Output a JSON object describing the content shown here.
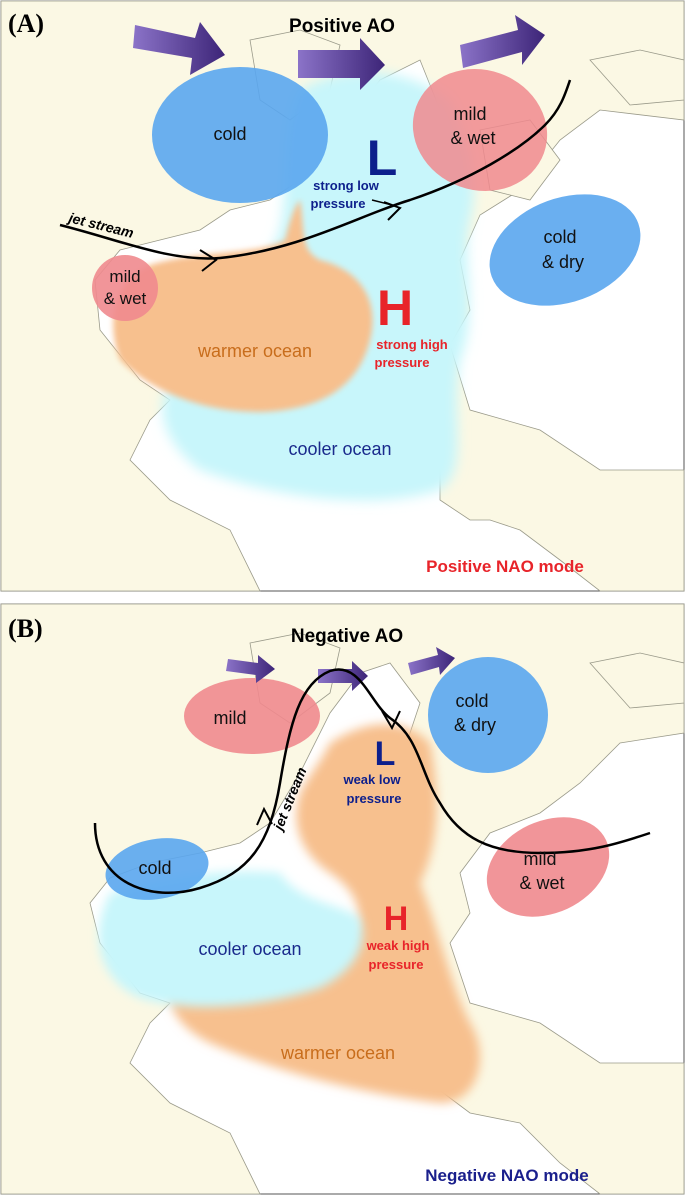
{
  "panels": [
    {
      "letter": "(A)",
      "ao_title": "Positive AO",
      "mode_label": "Positive NAO mode",
      "low_letter": "L",
      "low_label_1": "strong low",
      "low_label_2": "pressure",
      "high_letter": "H",
      "high_label_1": "strong high",
      "high_label_2": "pressure",
      "jet_label": "jet stream",
      "ocean_warm": "warmer ocean",
      "ocean_cool": "cooler ocean",
      "regions": {
        "cold": "cold",
        "mild_wet_1": "mild",
        "mild_wet_2": "& wet",
        "cold_dry_1": "cold",
        "cold_dry_2": "& dry",
        "us_mild_1": "mild",
        "us_mild_2": "& wet"
      },
      "colors": {
        "mode": "#e8242a",
        "high": "#e8242a",
        "low": "#0d1f8c"
      }
    },
    {
      "letter": "(B)",
      "ao_title": "Negative AO",
      "mode_label": "Negative NAO mode",
      "low_letter": "L",
      "low_label_1": "weak low",
      "low_label_2": "pressure",
      "high_letter": "H",
      "high_label_1": "weak high",
      "high_label_2": "pressure",
      "jet_label": "jet stream",
      "ocean_warm": "warmer ocean",
      "ocean_cool": "cooler ocean",
      "regions": {
        "mild": "mild",
        "cold": "cold",
        "cold_dry_1": "cold",
        "cold_dry_2": "& dry",
        "mild_wet_1": "mild",
        "mild_wet_2": "& wet"
      },
      "colors": {
        "mode": "#1a1f8c",
        "high": "#e8242a",
        "low": "#0d1f8c"
      }
    }
  ],
  "palette": {
    "land": "#fbf8e4",
    "sea": "#ffffff",
    "warm_ocean": "#f7c08e",
    "cool_ocean": "#c8f6fb",
    "cold_blob": "#5aa6ee",
    "mild_blob": "#f08a8e",
    "arrow": "#5a3c9a",
    "ocean_warm_text": "#c86d1c",
    "ocean_cool_text": "#1a2a8c"
  }
}
